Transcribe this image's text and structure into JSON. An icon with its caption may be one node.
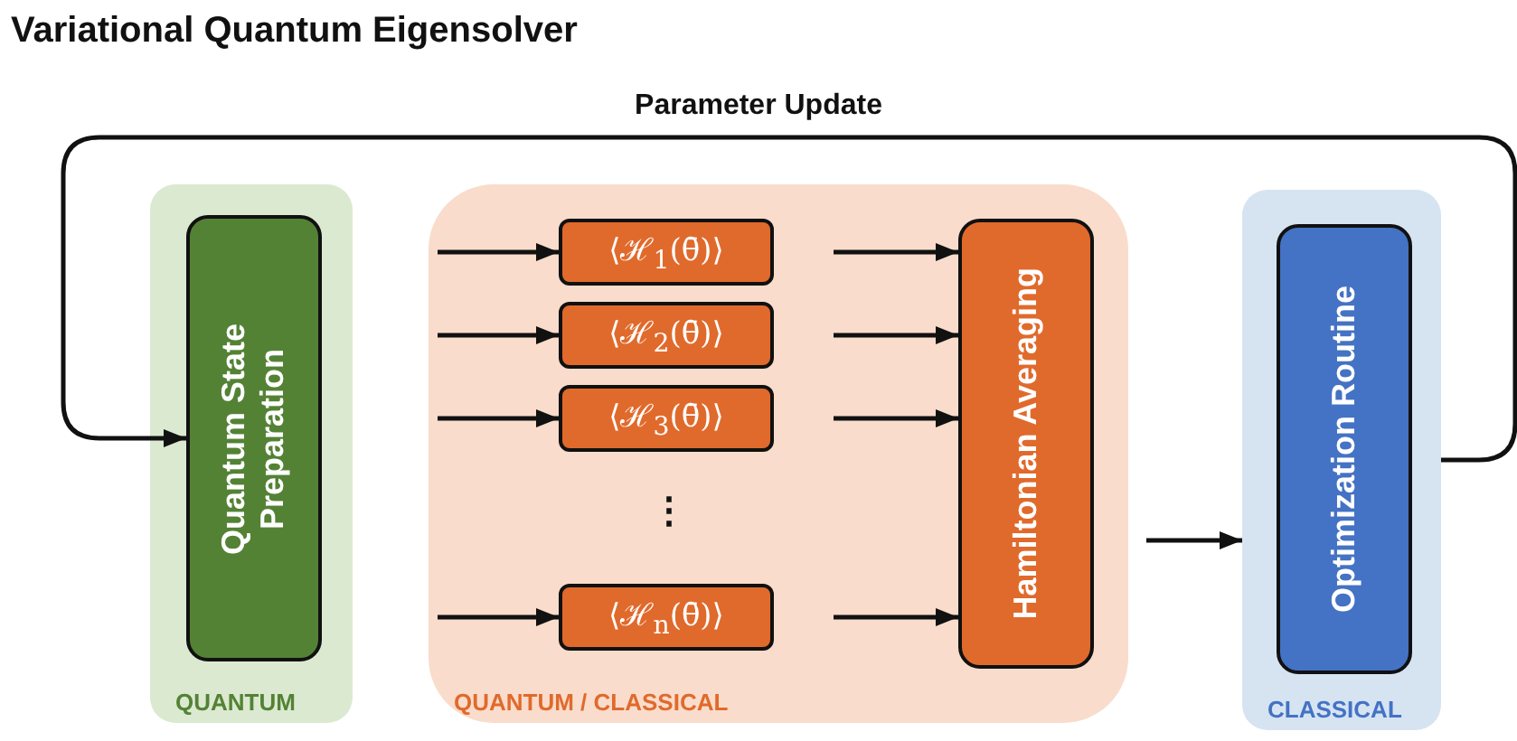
{
  "diagram": {
    "title": "Variational Quantum Eigensolver",
    "nodes": [
      {
        "text": [
          "QUANTUM"
        ]
      },
      {
        "text": [
          "Quantum State Preparation"
        ],
        "in": 0
      },
      {
        "text": [
          "QUANTUM / CLASSICAL"
        ]
      },
      {
        "text": [
          "⟨ℋ$_{1}$(θ̄)⟩"
        ],
        "in": 2
      },
      {
        "text": [
          "⟨ℋ$_{2}$(θ̄)⟩"
        ],
        "in": 2
      },
      {
        "text": [
          "⟨ℋ$_{3}$(θ̄)⟩"
        ],
        "in": 2
      },
      {
        "text": [
          "⟨ℋ$_{n}$(θ̄)⟩"
        ],
        "in": 2
      },
      {
        "text": [
          "Hamiltonian Averaging"
        ],
        "in": 2
      },
      {
        "text": [
          "CLASSICAL"
        ]
      },
      {
        "text": [
          "Optimization Routine"
        ],
        "in": 8
      }
    ],
    "edges": [
      {
        "from": null,
        "to": 3,
        "arrow": "to"
      },
      {
        "from": null,
        "to": 4,
        "arrow": "to"
      },
      {
        "from": null,
        "to": 5,
        "arrow": "to"
      },
      {
        "from": null,
        "to": 6,
        "arrow": "to"
      },
      {
        "from": 3,
        "to": 7,
        "arrow": "to"
      },
      {
        "from": 4,
        "to": 7,
        "arrow": "to"
      },
      {
        "from": 5,
        "to": 7,
        "arrow": "to"
      },
      {
        "from": 6,
        "to": 7,
        "arrow": "to"
      },
      {
        "from": 2,
        "to": 8,
        "arrow": "to"
      },
      {
        "from": 8,
        "to": 1,
        "arrow": "to",
        "label": "Parameter Update"
      }
    ],
    "labels": [
      "⋮"
    ]
  }
}
